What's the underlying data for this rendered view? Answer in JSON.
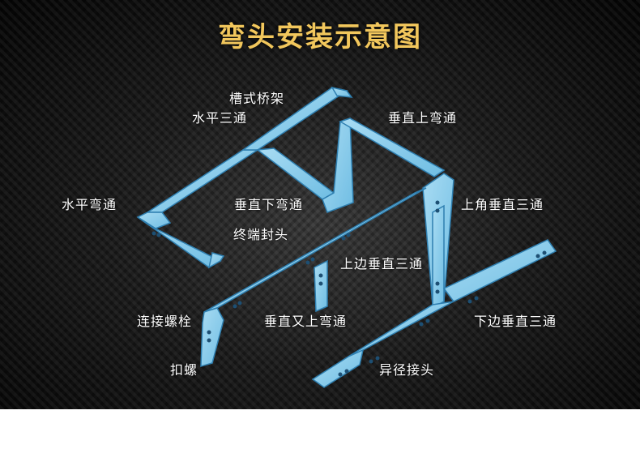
{
  "title": "弯头安装示意图",
  "labels": {
    "trough_tray": "槽式桥架",
    "horizontal_tee": "水平三通",
    "vertical_up_elbow": "垂直上弯通",
    "horizontal_elbow": "水平弯通",
    "vertical_down_elbow": "垂直下弯通",
    "upper_corner_vertical_tee": "上角垂直三通",
    "end_cap": "终端封头",
    "upper_side_vertical_tee": "上边垂直三通",
    "connecting_bolt": "连接螺栓",
    "vertical_up_elbow_2": "垂直又上弯通",
    "lower_side_vertical_tee": "下边垂直三通",
    "nut": "扣螺",
    "reducer_joint": "异径接头"
  },
  "colors": {
    "tray_top": "#8fd0ee",
    "tray_side": "#5fb3de",
    "tray_edge": "#2f7fb0",
    "title": "#f2c75c"
  }
}
